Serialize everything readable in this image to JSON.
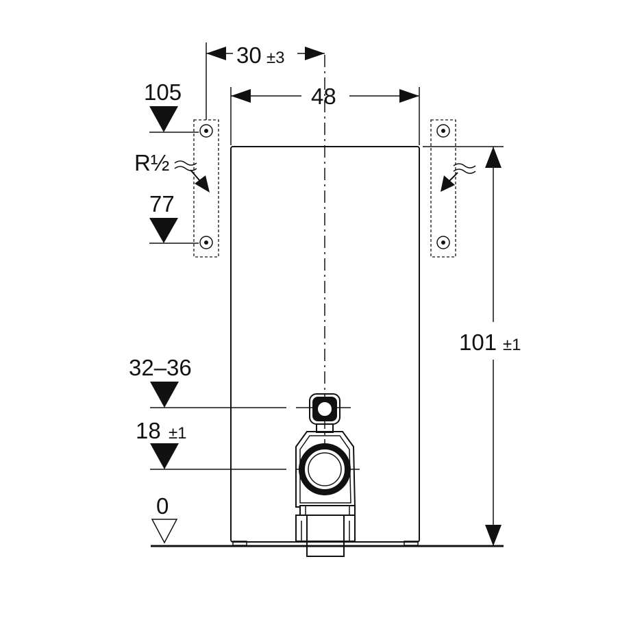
{
  "dimensions": {
    "projection": {
      "value": "30",
      "tolerance": "±3"
    },
    "width": {
      "value": "48"
    },
    "height": {
      "value": "101",
      "tolerance": "±1"
    }
  },
  "levels": {
    "level_105": "105",
    "level_77": "77",
    "level_32_36": "32–36",
    "level_18": {
      "value": "18",
      "tolerance": "±1"
    },
    "level_0": "0"
  },
  "connection": {
    "label": "R½"
  }
}
